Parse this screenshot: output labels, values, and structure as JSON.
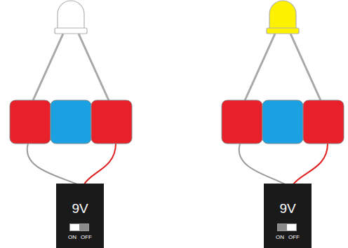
{
  "diagram": {
    "nodes": [
      {
        "text": [
          "9V",
          "ON",
          "OFF"
        ]
      },
      {
        "text": [
          "9V",
          "ON",
          "OFF"
        ]
      }
    ]
  }
}
